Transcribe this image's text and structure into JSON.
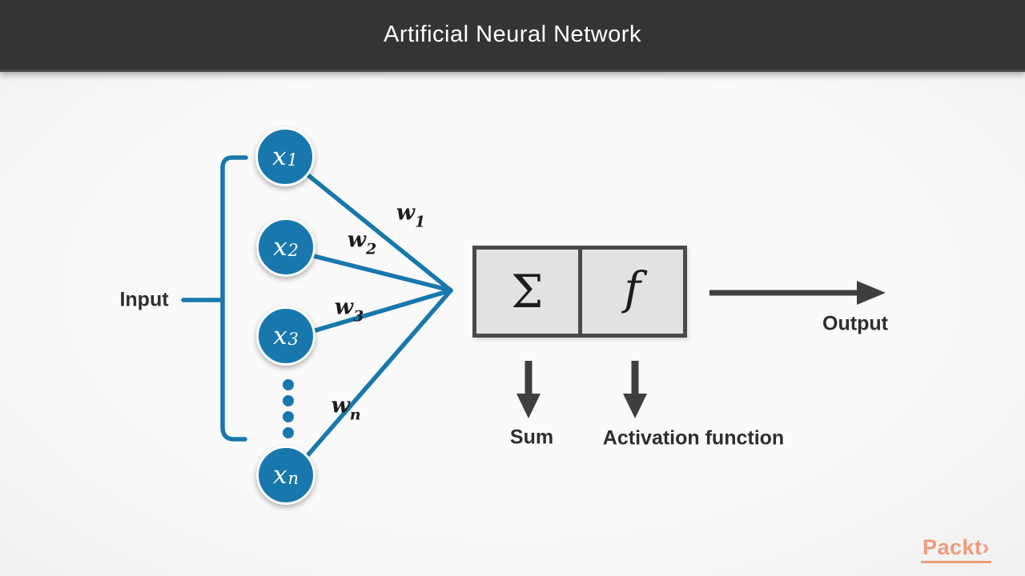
{
  "header": {
    "title": "Artificial Neural Network"
  },
  "colors": {
    "accent_blue": "#1878ad",
    "arrow_dark": "#3f3f3f",
    "box_fill": "#e2e2e2",
    "box_border": "#4a4a4a",
    "packt_orange": "#ee9c7a"
  },
  "diagram": {
    "input_label": "Input",
    "nodes": [
      {
        "base": "x",
        "sub": "1"
      },
      {
        "base": "x",
        "sub": "2"
      },
      {
        "base": "x",
        "sub": "3"
      },
      {
        "base": "x",
        "sub": "n"
      }
    ],
    "weights": [
      {
        "base": "w",
        "sub": "1"
      },
      {
        "base": "w",
        "sub": "2"
      },
      {
        "base": "w",
        "sub": "3"
      },
      {
        "base": "w",
        "sub": "n"
      }
    ],
    "sum_symbol": "Σ",
    "activation_symbol": "f",
    "sum_label": "Sum",
    "activation_label": "Activation function",
    "output_label": "Output"
  },
  "footer": {
    "logo_text": "Packt›"
  }
}
